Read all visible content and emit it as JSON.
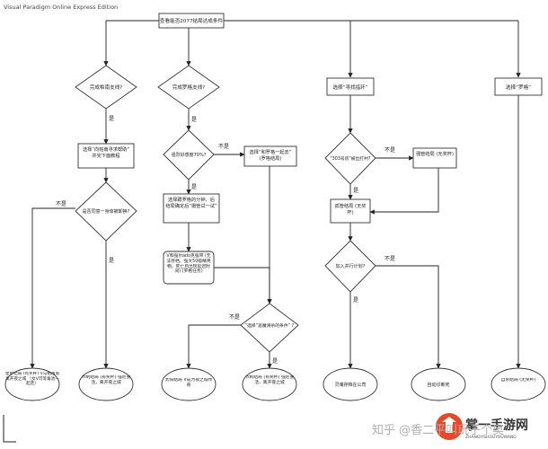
{
  "app_header": "Visual Paradigm Online Express Edition",
  "flow": {
    "start": "查看能否2077结局达成条件",
    "q_panam": "完成帕南支线?",
    "q_kerry": "完成罗格支线?",
    "q_ring": "选择“寻找指环”",
    "q_rogue": "选择“罗格”",
    "yes": "是",
    "no": "不是",
    "choose_elder": "选择“向帕南寻求帮助” 并完下面教程",
    "q_hp": "强烈好感度70%?",
    "choose_rogue_together": "选择“和罗格一起去” (罗格结局)",
    "q_temple": "\"303号房\"被出打村?",
    "q_raid": "是否同意一身体被卸换?",
    "choose_rogue_assault": "选择跟罗格的分钟、后 结局确定后“摄管试一试”",
    "crowd": "强管结局 (无奖杯)",
    "crowd2": "孤管结局 (无奖杯)",
    "v_path": "V和强尔ado克强带 (无法存档、强大50级精英物，死亡后出现延迟时间) (罗格任务)",
    "q_join": "加入并行计划?",
    "q_final": "\"选择“恶魔滑杀的条件” ?",
    "end_star": "星星结局 (有奖杯) V与帕南旅离开夜之城 （女V可等角池—起走）",
    "end_temperance": "节制结局 (有奖杯) 强尼重活，离开夜之城",
    "end_sun": "太阳结局 V成为夜之城传奇",
    "end_temperance2": "节制结局 (有奖杯) 强尼重活，离开夜之城",
    "end_arasaka": "灵魂存档在公司",
    "end_death": "自动诊断死",
    "end_suicide": "自杀结局 (无奖杯)"
  },
  "watermarks": {
    "zhihu": "知乎 @香二平叫玩子个奥",
    "logo_text": "掌一手游网",
    "logo_sub": "ZHANGYISHOUYOUWANG"
  },
  "colors": {
    "line": "#222222",
    "box_fill": "#ffffff",
    "box_stroke": "#333333",
    "text": "#222222",
    "watermark": "#b0b0b0",
    "logo_red": "#e34a2b",
    "logo_dark": "#333333"
  }
}
